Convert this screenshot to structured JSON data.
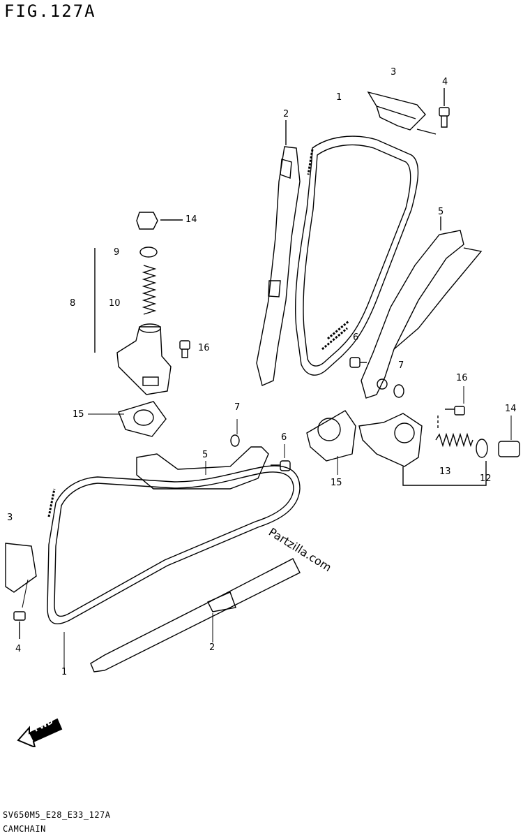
{
  "figure": {
    "title": "FIG.127A"
  },
  "footer": {
    "code": "SV650M5_E28_E33_127A",
    "section": "CAMCHAIN"
  },
  "watermark": {
    "text": "Partzilla.com"
  },
  "fwd_arrow": {
    "text": "FWD"
  },
  "callouts": [
    {
      "id": "top-1",
      "text": "1"
    },
    {
      "id": "top-2",
      "text": "2"
    },
    {
      "id": "top-3",
      "text": "3"
    },
    {
      "id": "top-4",
      "text": "4"
    },
    {
      "id": "top-5",
      "text": "5"
    },
    {
      "id": "top-6",
      "text": "6"
    },
    {
      "id": "top-7",
      "text": "7"
    },
    {
      "id": "left-14",
      "text": "14"
    },
    {
      "id": "left-9",
      "text": "9"
    },
    {
      "id": "left-8",
      "text": "8"
    },
    {
      "id": "left-10",
      "text": "10"
    },
    {
      "id": "left-16",
      "text": "16"
    },
    {
      "id": "left-15",
      "text": "15"
    },
    {
      "id": "mid-7",
      "text": "7"
    },
    {
      "id": "mid-6",
      "text": "6"
    },
    {
      "id": "mid-5",
      "text": "5"
    },
    {
      "id": "right-16",
      "text": "16"
    },
    {
      "id": "right-14",
      "text": "14"
    },
    {
      "id": "right-15",
      "text": "15"
    },
    {
      "id": "right-13",
      "text": "13"
    },
    {
      "id": "right-12",
      "text": "12"
    },
    {
      "id": "bot-3",
      "text": "3"
    },
    {
      "id": "bot-4",
      "text": "4"
    },
    {
      "id": "bot-1",
      "text": "1"
    },
    {
      "id": "bot-2",
      "text": "2"
    }
  ]
}
